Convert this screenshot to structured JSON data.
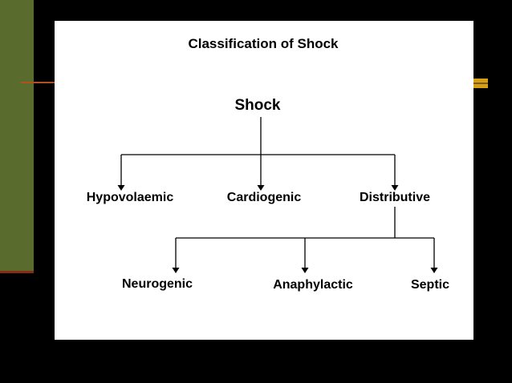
{
  "colors": {
    "background": "#000000",
    "slide": "#ffffff",
    "side_bar": "#5a6b2e",
    "accent_gold": "#d4a017",
    "accent_rust": "#b0521c",
    "text": "#000000"
  },
  "diagram": {
    "title": "Classification of Shock",
    "root": "Shock",
    "level1": [
      "Hypovolaemic",
      "Cardiogenic",
      "Distributive"
    ],
    "level2": [
      "Neurogenic",
      "Anaphylactic",
      "Septic"
    ]
  }
}
